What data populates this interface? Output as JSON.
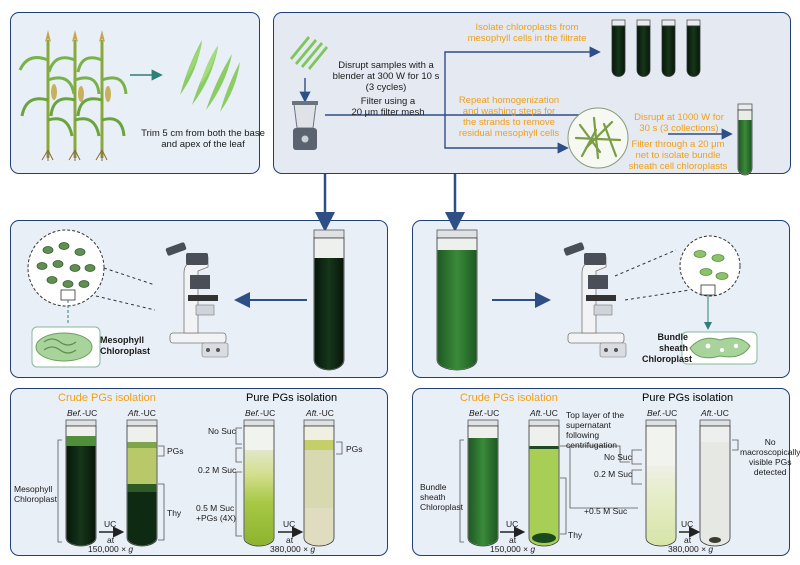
{
  "top": {
    "trim_text": "Trim 5 cm from both the base\nand apex of the leaf",
    "blender_text": "Disrupt samples with a\nblender at 300 W for 10 s\n(3 cycles)",
    "filter_text": "Filter using a\n20 μm filter mesh",
    "isolate_text": "Isolate chloroplasts from\nmesophyll cells in the filtrate",
    "repeat_text": "Repeat homogenization\nand washing steps for\nthe strands to remove\nresidual mesophyll cells",
    "disrupt2_text": "Disrupt at 1000 W for\n30 s (3 collections)",
    "filter2_text": "Filter through a 20 μm\nnet to isolate bundle\nsheath cell chloroplasts"
  },
  "middle": {
    "left_label": "Mesophyll\nChloroplast",
    "right_label": "Bundle\nsheath\nChloroplast"
  },
  "bottom_left": {
    "crude_title": "Crude PGs isolation",
    "pure_title": "Pure PGs isolation",
    "bef": "Bef.",
    "aft": "Aft.",
    "uc_suffix": "-UC",
    "sample_label": "Mesophyll\nChloroplast",
    "pgs1": "PGs",
    "thy": "Thy",
    "uc": "UC",
    "at": "at",
    "speed1": "150,000 × ",
    "g": "g",
    "no_suc": "No Suc",
    "suc02": "0.2 M Suc",
    "suc05": "0.5 M Suc\n+PGs (4X)",
    "pgs2": "PGs",
    "speed2": "380,000 × "
  },
  "bottom_right": {
    "crude_title": "Crude PGs isolation",
    "pure_title": "Pure PGs isolation",
    "bef": "Bef.",
    "aft": "Aft.",
    "uc_suffix": "-UC",
    "sample_label": "Bundle\nsheath\nChloroplast",
    "top_layer": "Top layer of the\nsupernatant\nfollowing\ncentrifugation",
    "thy": "Thy",
    "uc": "UC",
    "at": "at",
    "speed1": "150,000 × ",
    "g": "g",
    "no_suc": "No Suc",
    "suc02": "0.2 M Suc",
    "suc05": "+0.5 M Suc",
    "no_pgs": "No\nmacroscopically\nvisible PGs\ndetected",
    "speed2": "380,000 × "
  },
  "colors": {
    "panel_border": "#1f3f75",
    "panel_fill": "#e9eff7",
    "arrow_blue": "#2d4f86",
    "arrow_teal": "#2f7f76",
    "orange": "#f0a018",
    "dark_green": "#0e2a10",
    "leaf_green": "#7fc65a"
  }
}
